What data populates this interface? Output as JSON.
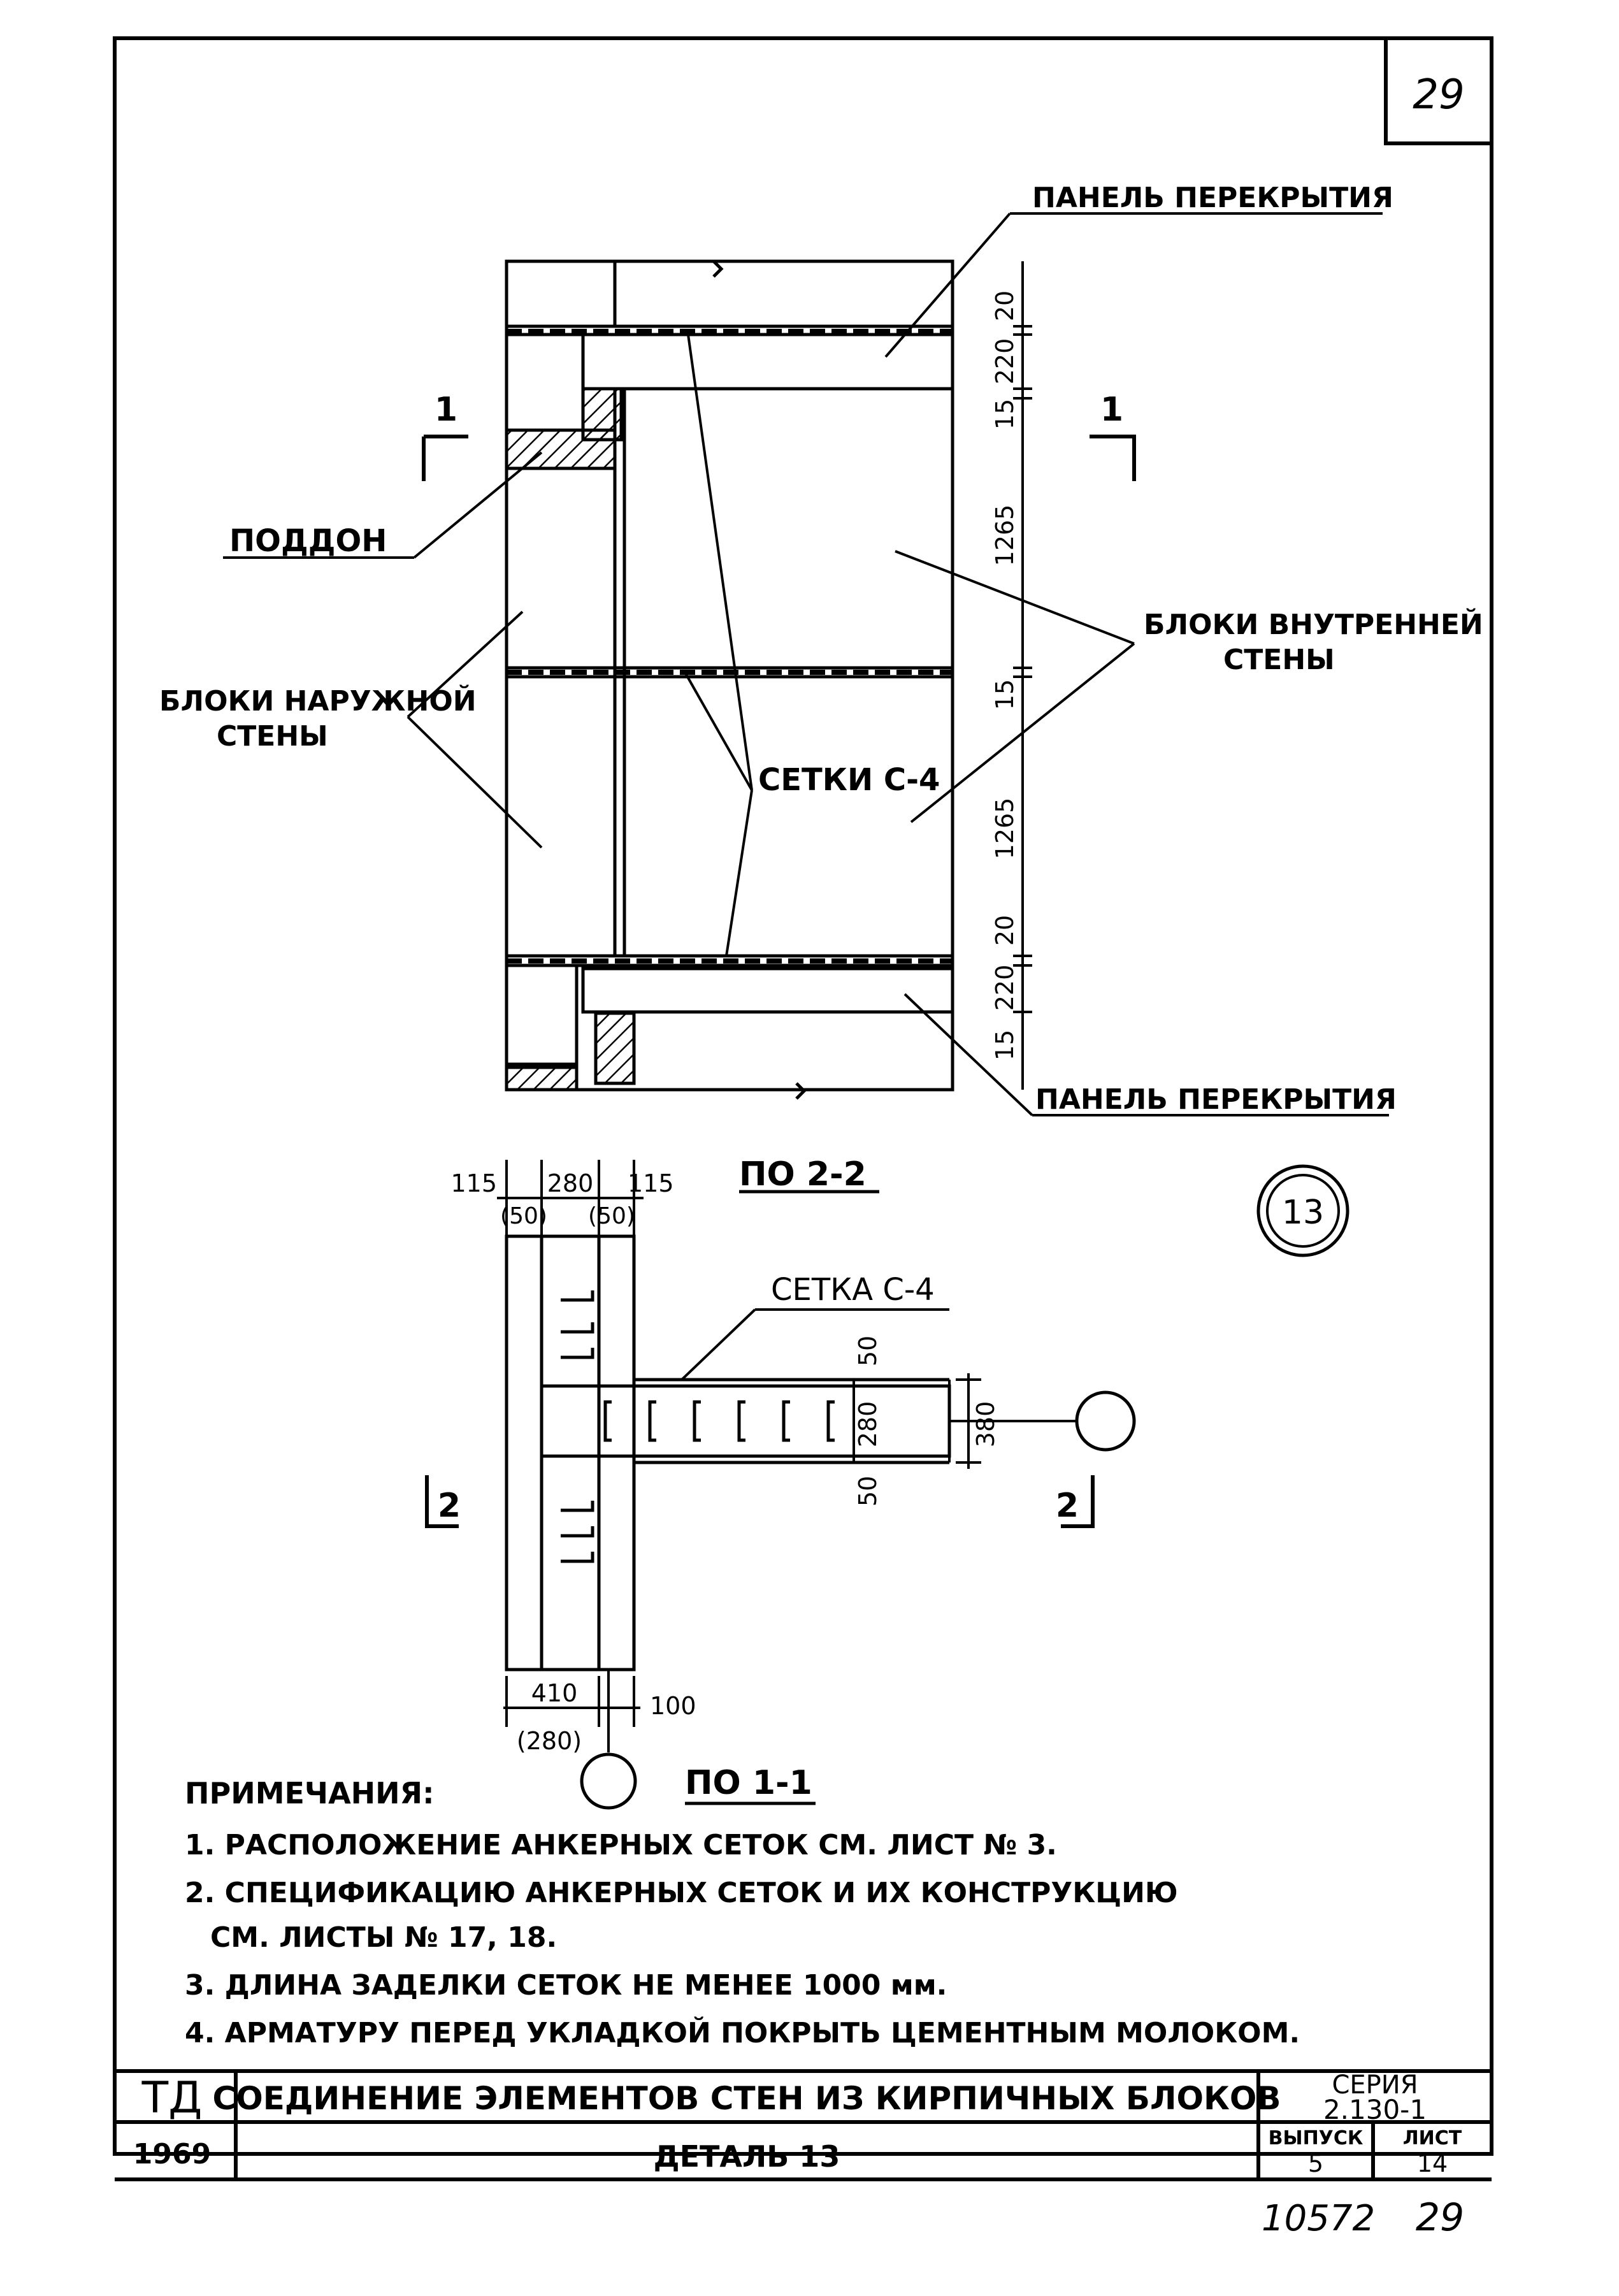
{
  "sheet_number": "29",
  "labels": {
    "floor_panel_top": "ПАНЕЛЬ ПЕРЕКРЫТИЯ",
    "floor_panel_bottom": "ПАНЕЛЬ ПЕРЕКРЫТИЯ",
    "tray": "ПОДДОН",
    "outer_wall_blocks": [
      "БЛОКИ НАРУЖНОЙ",
      "СТЕНЫ"
    ],
    "inner_wall_blocks": [
      "БЛОКИ ВНУТРЕННЕЙ",
      "СТЕНЫ"
    ],
    "meshes": "СЕТКИ С-4",
    "mesh": "СЕТКА С-4"
  },
  "section_marks": {
    "top_left": "1",
    "top_right": "1",
    "plan_left": "2",
    "plan_right": "2"
  },
  "elevation_dims": [
    "20",
    "220",
    "15",
    "1265",
    "15",
    "1265",
    "20",
    "220",
    "15"
  ],
  "plan": {
    "title": "ПО 2-2",
    "top_dims": [
      "115",
      "280",
      "115"
    ],
    "top_dims_paren": [
      "(50)",
      "(50)"
    ],
    "right_dims": [
      "50",
      "280",
      "50"
    ],
    "right_overall": "380",
    "bottom_dims": [
      "410",
      "100"
    ],
    "bottom_paren": "(280)"
  },
  "detail_number": "13",
  "section_title": "ПО 1-1",
  "notes": {
    "header": "ПРИМЕЧАНИЯ:",
    "items": [
      "1. РАСПОЛОЖЕНИЕ АНКЕРНЫХ СЕТОК  СМ. ЛИСТ  № 3.",
      "2. СПЕЦИФИКАЦИЮ АНКЕРНЫХ СЕТОК  И ИХ КОНСТРУКЦИЮ",
      "СМ. ЛИСТЫ  № 17, 18.",
      "3. ДЛИНА  ЗАДЕЛКИ СЕТОК НЕ МЕНЕЕ  1000 мм.",
      "4. АРМАТУРУ ПЕРЕД УКЛАДКОЙ  ПОКРЫТЬ ЦЕМЕНТНЫМ МОЛОКОМ."
    ]
  },
  "title_block": {
    "code": "ТД",
    "title": "СОЕДИНЕНИЕ  ЭЛЕМЕНТОВ  СТЕН ИЗ КИРПИЧНЫХ БЛОКОВ",
    "year": "1969",
    "detail": "ДЕТАЛЬ 13",
    "series_label": "СЕРИЯ",
    "series_value": "2.130-1",
    "issue_label": "ВЫПУСК",
    "issue_value": "5",
    "sheet_label": "ЛИСТ",
    "sheet_value": "14"
  },
  "footer": {
    "archive_number": "10572",
    "page": "29"
  }
}
